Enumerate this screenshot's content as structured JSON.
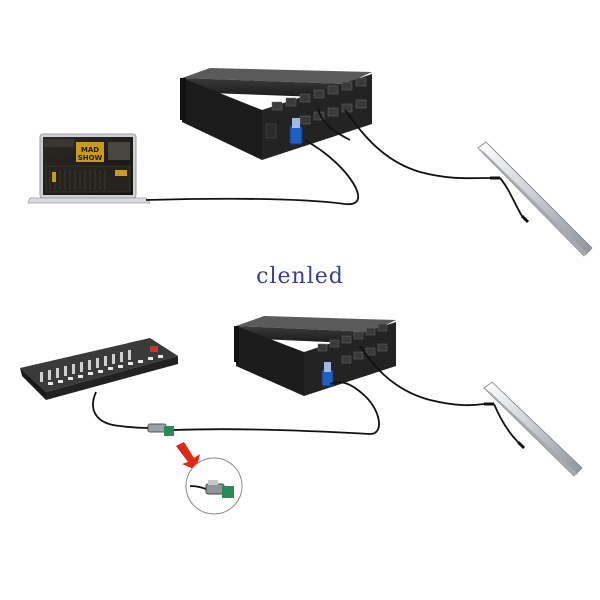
{
  "brand_watermark": "clenled",
  "screen_text": {
    "logo_line1": "MAD",
    "logo_line2": "SHOW"
  },
  "colors": {
    "controller_body": "#1b1b1b",
    "ethernet_connector": "#1f5fc4",
    "pointer_arrow": "#e02818",
    "led_bar": "#cfd2d6",
    "cable": "#111111",
    "brand_text": "#3b3f8a"
  },
  "icons": {
    "laptop": "laptop-icon",
    "dmx_console": "dmx-console-icon",
    "controller": "led-controller-icon",
    "led_bar": "led-bar-icon",
    "adapter": "dmx-adapter-icon",
    "arrow": "pointer-arrow-icon"
  }
}
